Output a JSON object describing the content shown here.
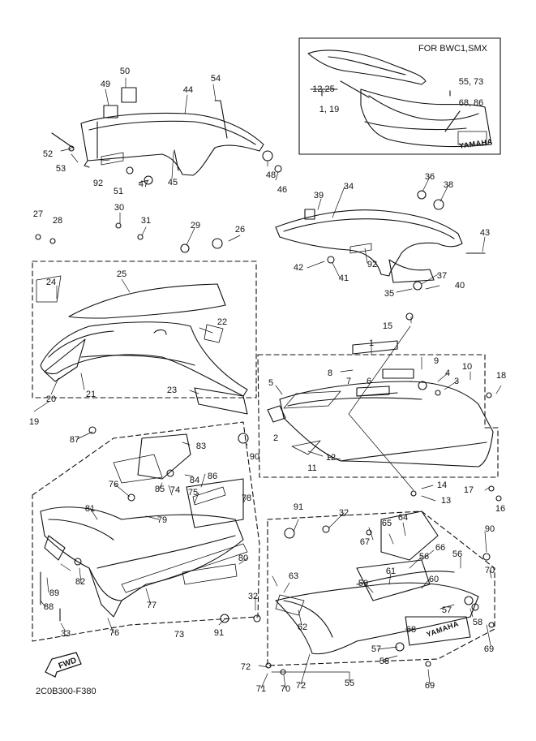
{
  "inset": {
    "title": "FOR BWC1,SMX"
  },
  "document": {
    "code": "2C0B300-F380"
  },
  "direction": {
    "label": "FWD"
  },
  "branding": {
    "decal_text": "YAMAHA"
  },
  "callouts": [
    {
      "id": "c-1",
      "text": "1"
    },
    {
      "id": "c-2",
      "text": "2"
    },
    {
      "id": "c-3",
      "text": "3"
    },
    {
      "id": "c-4",
      "text": "4"
    },
    {
      "id": "c-5",
      "text": "5"
    },
    {
      "id": "c-6",
      "text": "6"
    },
    {
      "id": "c-7",
      "text": "7"
    },
    {
      "id": "c-8",
      "text": "8"
    },
    {
      "id": "c-9",
      "text": "9"
    },
    {
      "id": "c-10",
      "text": "10"
    },
    {
      "id": "c-11",
      "text": "11"
    },
    {
      "id": "c-12",
      "text": "12"
    },
    {
      "id": "c-13",
      "text": "13"
    },
    {
      "id": "c-14",
      "text": "14"
    },
    {
      "id": "c-15",
      "text": "15"
    },
    {
      "id": "c-16",
      "text": "16"
    },
    {
      "id": "c-17",
      "text": "17"
    },
    {
      "id": "c-18",
      "text": "18"
    },
    {
      "id": "c-19",
      "text": "19"
    },
    {
      "id": "c-20",
      "text": "20"
    },
    {
      "id": "c-21",
      "text": "21"
    },
    {
      "id": "c-22",
      "text": "22"
    },
    {
      "id": "c-23",
      "text": "23"
    },
    {
      "id": "c-24",
      "text": "24"
    },
    {
      "id": "c-25",
      "text": "25"
    },
    {
      "id": "c-26",
      "text": "26"
    },
    {
      "id": "c-27",
      "text": "27"
    },
    {
      "id": "c-28",
      "text": "28"
    },
    {
      "id": "c-29",
      "text": "29"
    },
    {
      "id": "c-30",
      "text": "30"
    },
    {
      "id": "c-31",
      "text": "31"
    },
    {
      "id": "c-32a",
      "text": "32"
    },
    {
      "id": "c-32b",
      "text": "32"
    },
    {
      "id": "c-33",
      "text": "33"
    },
    {
      "id": "c-34",
      "text": "34"
    },
    {
      "id": "c-35",
      "text": "35"
    },
    {
      "id": "c-36",
      "text": "36"
    },
    {
      "id": "c-37",
      "text": "37"
    },
    {
      "id": "c-38",
      "text": "38"
    },
    {
      "id": "c-39",
      "text": "39"
    },
    {
      "id": "c-40",
      "text": "40"
    },
    {
      "id": "c-41",
      "text": "41"
    },
    {
      "id": "c-42",
      "text": "42"
    },
    {
      "id": "c-43",
      "text": "43"
    },
    {
      "id": "c-44",
      "text": "44"
    },
    {
      "id": "c-45",
      "text": "45"
    },
    {
      "id": "c-46",
      "text": "46"
    },
    {
      "id": "c-47",
      "text": "47"
    },
    {
      "id": "c-48",
      "text": "48"
    },
    {
      "id": "c-49",
      "text": "49"
    },
    {
      "id": "c-50",
      "text": "50"
    },
    {
      "id": "c-51",
      "text": "51"
    },
    {
      "id": "c-52",
      "text": "52"
    },
    {
      "id": "c-53",
      "text": "53"
    },
    {
      "id": "c-54",
      "text": "54"
    },
    {
      "id": "c-55",
      "text": "55"
    },
    {
      "id": "c-56a",
      "text": "56"
    },
    {
      "id": "c-56b",
      "text": "56"
    },
    {
      "id": "c-57a",
      "text": "57"
    },
    {
      "id": "c-57b",
      "text": "57"
    },
    {
      "id": "c-58a",
      "text": "58"
    },
    {
      "id": "c-58b",
      "text": "58"
    },
    {
      "id": "c-59",
      "text": "59"
    },
    {
      "id": "c-60",
      "text": "60"
    },
    {
      "id": "c-61",
      "text": "61"
    },
    {
      "id": "c-62",
      "text": "62"
    },
    {
      "id": "c-63",
      "text": "63"
    },
    {
      "id": "c-64",
      "text": "64"
    },
    {
      "id": "c-65",
      "text": "65"
    },
    {
      "id": "c-66",
      "text": "66"
    },
    {
      "id": "c-67",
      "text": "67"
    },
    {
      "id": "c-68",
      "text": "68"
    },
    {
      "id": "c-69a",
      "text": "69"
    },
    {
      "id": "c-69b",
      "text": "69"
    },
    {
      "id": "c-70a",
      "text": "70"
    },
    {
      "id": "c-70b",
      "text": "70"
    },
    {
      "id": "c-71",
      "text": "71"
    },
    {
      "id": "c-72a",
      "text": "72"
    },
    {
      "id": "c-72b",
      "text": "72"
    },
    {
      "id": "c-73",
      "text": "73"
    },
    {
      "id": "c-74",
      "text": "74"
    },
    {
      "id": "c-75",
      "text": "75"
    },
    {
      "id": "c-76a",
      "text": "76"
    },
    {
      "id": "c-76b",
      "text": "76"
    },
    {
      "id": "c-77",
      "text": "77"
    },
    {
      "id": "c-78",
      "text": "78"
    },
    {
      "id": "c-79",
      "text": "79"
    },
    {
      "id": "c-80",
      "text": "80"
    },
    {
      "id": "c-81",
      "text": "81"
    },
    {
      "id": "c-82",
      "text": "82"
    },
    {
      "id": "c-83",
      "text": "83"
    },
    {
      "id": "c-84",
      "text": "84"
    },
    {
      "id": "c-85",
      "text": "85"
    },
    {
      "id": "c-86",
      "text": "86"
    },
    {
      "id": "c-87",
      "text": "87"
    },
    {
      "id": "c-88",
      "text": "88"
    },
    {
      "id": "c-89",
      "text": "89"
    },
    {
      "id": "c-90a",
      "text": "90"
    },
    {
      "id": "c-90b",
      "text": "90"
    },
    {
      "id": "c-91a",
      "text": "91"
    },
    {
      "id": "c-91b",
      "text": "91"
    },
    {
      "id": "c-92a",
      "text": "92"
    },
    {
      "id": "c-92b",
      "text": "92"
    },
    {
      "id": "c-i1225",
      "text": "12,25"
    },
    {
      "id": "c-i119",
      "text": "1, 19"
    },
    {
      "id": "c-i5573",
      "text": "55, 73"
    },
    {
      "id": "c-i6886",
      "text": "68, 86"
    }
  ]
}
